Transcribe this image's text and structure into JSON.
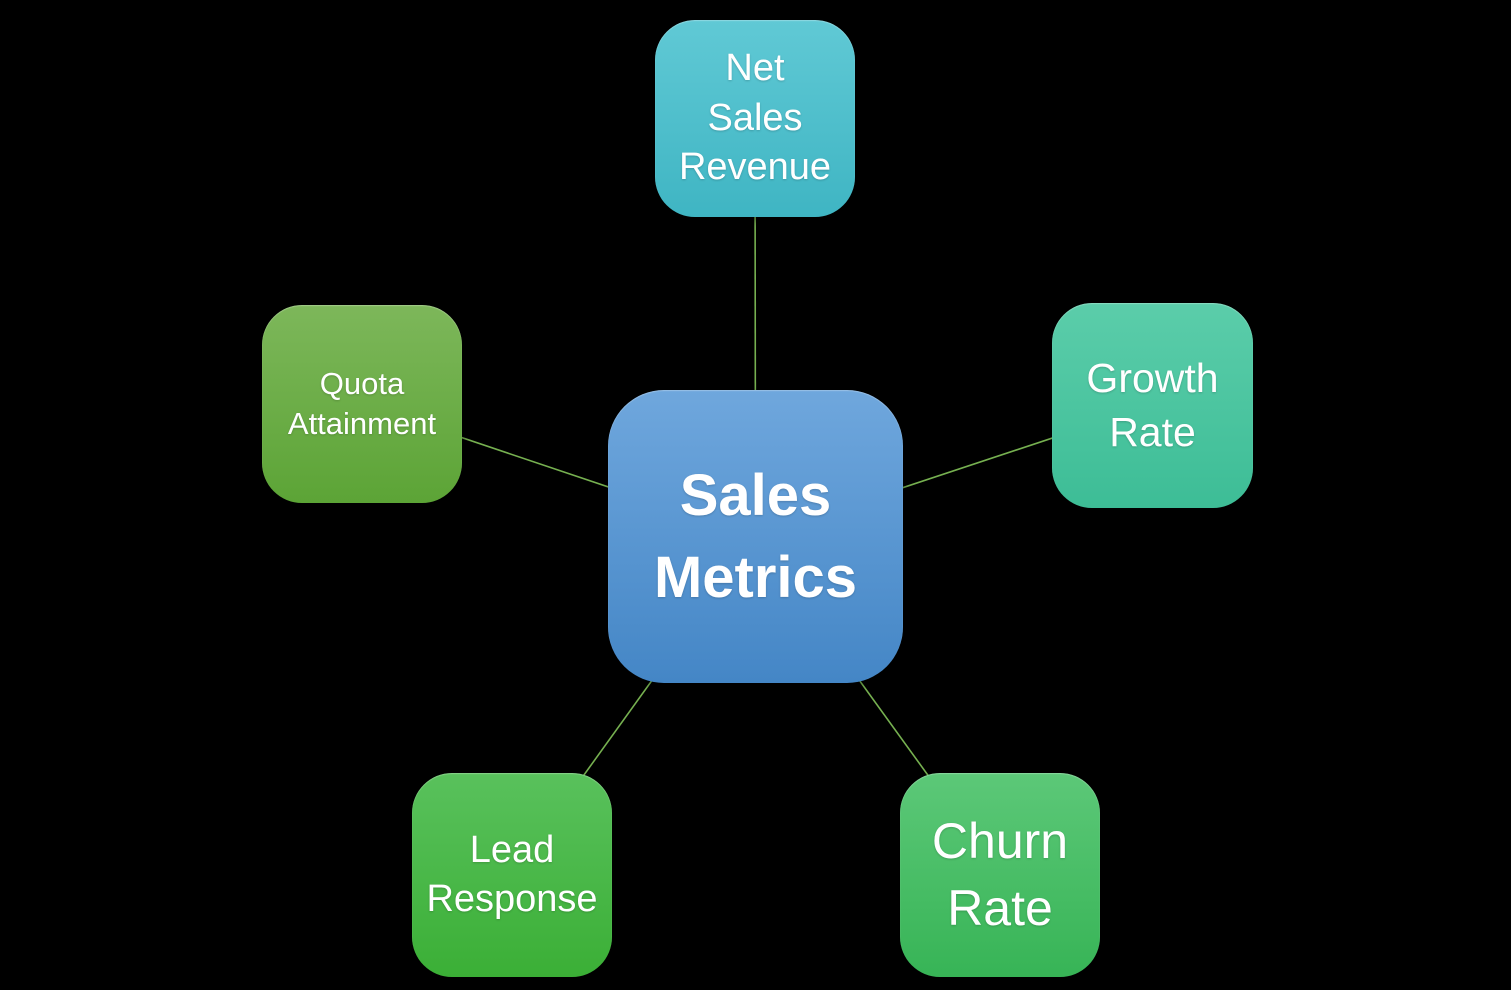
{
  "diagram": {
    "type": "radial",
    "background_color": "#000000",
    "connector_color": "#76B050",
    "text_color": "#FFFFFF",
    "center_node": {
      "label": "Sales Metrics",
      "lines": [
        "Sales",
        "Metrics"
      ],
      "color_top": "#6FA7DD",
      "color_bottom": "#4486C6"
    },
    "nodes": [
      {
        "id": "net-sales-revenue",
        "label": "Net Sales Revenue",
        "lines": [
          "Net",
          "Sales",
          "Revenue"
        ],
        "position": "top",
        "color_top": "#60C9D5",
        "color_bottom": "#3FB5C3"
      },
      {
        "id": "growth-rate",
        "label": "Growth Rate",
        "lines": [
          "Growth",
          "Rate"
        ],
        "position": "right",
        "color_top": "#5BCDAA",
        "color_bottom": "#3DBD96"
      },
      {
        "id": "churn-rate",
        "label": "Churn Rate",
        "lines": [
          "Churn",
          "Rate"
        ],
        "position": "bottom-right",
        "color_top": "#5CC878",
        "color_bottom": "#37B456"
      },
      {
        "id": "lead-response",
        "label": "Lead Response",
        "lines": [
          "Lead",
          "Response"
        ],
        "position": "bottom-left",
        "color_top": "#59C15C",
        "color_bottom": "#3BAF36"
      },
      {
        "id": "quota-attainment",
        "label": "Quota Attainment",
        "lines": [
          "Quota",
          "Attainment"
        ],
        "position": "left",
        "color_top": "#7DB75A",
        "color_bottom": "#5CA436"
      }
    ]
  }
}
